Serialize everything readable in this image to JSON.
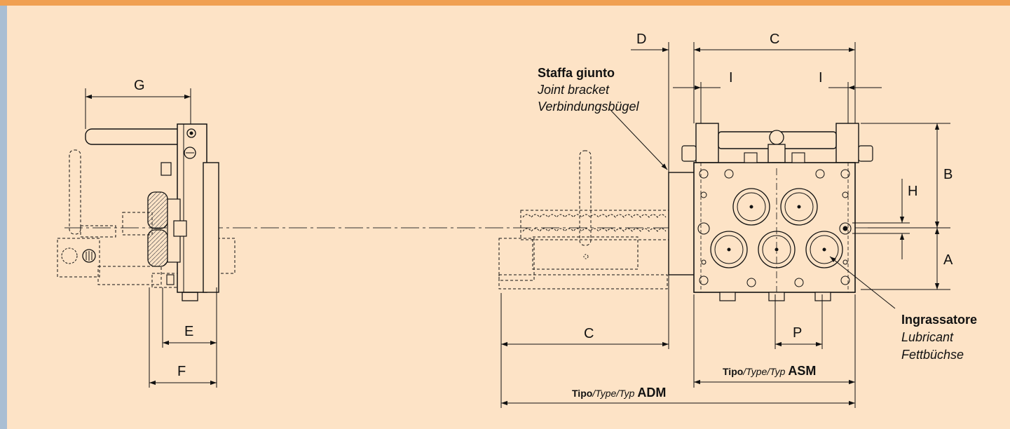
{
  "dimensions": {
    "A": "A",
    "B": "B",
    "C": "C",
    "D": "D",
    "E": "E",
    "F": "F",
    "G": "G",
    "H": "H",
    "I": "I",
    "P": "P"
  },
  "callouts": {
    "bracket": {
      "it": "Staffa giunto",
      "en": "Joint bracket",
      "de": "Verbindungsbügel"
    },
    "lubricator": {
      "it": "Ingrassatore",
      "en": "Lubricant",
      "de": "Fettbüchse"
    }
  },
  "types": {
    "asm": {
      "prefix": "Tipo",
      "mid": "/Type/Typ ",
      "code": "ASM"
    },
    "adm": {
      "prefix": "Tipo",
      "mid": "/Type/Typ ",
      "code": "ADM"
    }
  },
  "colors": {
    "background": "#fde3c6",
    "frame": "#a9bed3",
    "accent_bar": "#f0a052",
    "line": "#111111"
  }
}
